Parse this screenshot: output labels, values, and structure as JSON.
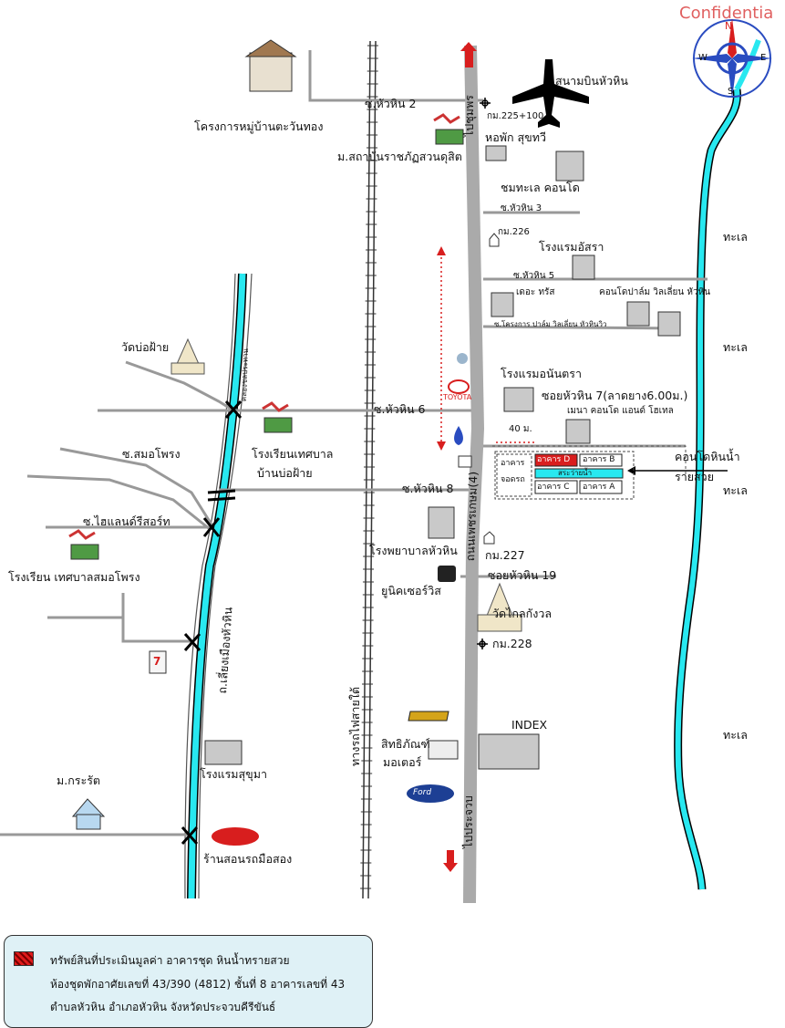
{
  "watermark": "Confidentia",
  "compass": {
    "n": "N",
    "e": "E",
    "s": "S",
    "w": "W"
  },
  "labels": {
    "village_project": "โครงการหมู่บ้านตะวันทอง",
    "soi_huahin2": "ซ.หัวหิน 2",
    "km225": "กม.225+100",
    "airport": "สนามบินหัวหิน",
    "university": "ม.สถาบันราชภัฏสวนดุสิต",
    "hop_sukhawi": "หอพัก สุขทวี",
    "chomtalay": "ชมทะเล คอนโด",
    "soi_huahin3": "ซ.หัวหิน 3",
    "km226": "กม.226",
    "hotel_atsara": "โรงแรมอัสรา",
    "soi_huahin5": "ซ.หัวหิน 5",
    "the_trust": "เดอะ ทรัส",
    "condo_palm": "คอนโดปาล์ม วิลเลี่ยน หัวหิน",
    "project_palm": "ซ.โครงการ ปาล์ม วิลเลี่ยน หัวหินวิว",
    "sea1": "ทะเล",
    "sea2": "ทะเล",
    "sea3": "ทะเล",
    "sea4": "ทะเล",
    "wat_bofai": "วัดบ่อฝ้าย",
    "hotel_anantara": "โรงแรมอนันตรา",
    "soi_huahin7": "ซอยหัวหิน 7(ลาดยาง6.00ม.)",
    "mena_condo": "เมนา คอนโด แอนด์ โฮเทล",
    "soi_huahin6": "ซ.หัวหิน 6",
    "toyota": "TOYOTA",
    "dist_40": "40 ม.",
    "condo_hinnam": "คอนโดหินน้ำ",
    "raisuay": "รายสวย",
    "school_bobofai1": "โรงเรียนเทศบาล",
    "school_bobofai2": "บ้านบ่อฝ้าย",
    "soi_smophrong": "ซ.สมอโพรง",
    "soi_huahin8": "ซ.หัวหิน 8",
    "soi_highland": "ซ.ไฮแลนด์รีสอร์ท",
    "school_smophrong": "โรงเรียน เทศบาลสมอโพรง",
    "hospital": "โรงพยาบาลหัวหิน",
    "km227": "กม.227",
    "unique_service": "ยูนิคเซอร์วิส",
    "soi_huahin19": "ซอยหัวหิน 19",
    "wat_klaikangwon": "วัดไกลกังวล",
    "km228": "กม.228",
    "phetkasem_road": "ถนนเพชรเกษม(4)",
    "to_chumphon": "ไปชุมพร",
    "bypass_road": "ถ.เลี่ยงเมืองหัวหิน",
    "khlong_ee": "คลองชลประทาน",
    "rail_south": "ทางรถไฟสายใต้",
    "to_prachuap": "ไปประจวบ",
    "index": "INDEX",
    "sitthi_motor1": "สิทธิภัณฑ์",
    "sitthi_motor2": "มอเตอร์",
    "hotel_sukhuma": "โรงแรมสุขุมา",
    "m_krasat": "ม.กระรัต",
    "used_car": "ร้านสอนรถมือสอง",
    "b_a": "อาคาร A",
    "b_b": "อาคาร B",
    "b_c": "อาคาร C",
    "b_d": "อาคาร D",
    "pool": "สระว่ายน้ำ",
    "parking1": "อาคาร",
    "parking2": "จอดรถ",
    "seven": "7",
    "ford": "Ford"
  },
  "legend": {
    "line1": "ทรัพย์สินที่ประเมินมูลค่า  อาคารชุด หินน้ำทรายสวย",
    "line2": "ห้องชุดพักอาศัยเลขที่ 43/390 (4812) ชั้นที่ 8 อาคารเลขที่ 43",
    "line3": "ตำบลหัวหิน อำเภอหัวหิน จังหวัดประจวบคีรีขันธ์"
  },
  "colors": {
    "canal": "#28e8f0",
    "road": "#b0b0b0",
    "road_line": "#555555",
    "subject": "#d81e1e",
    "legend_bg": "#dff1f6"
  }
}
